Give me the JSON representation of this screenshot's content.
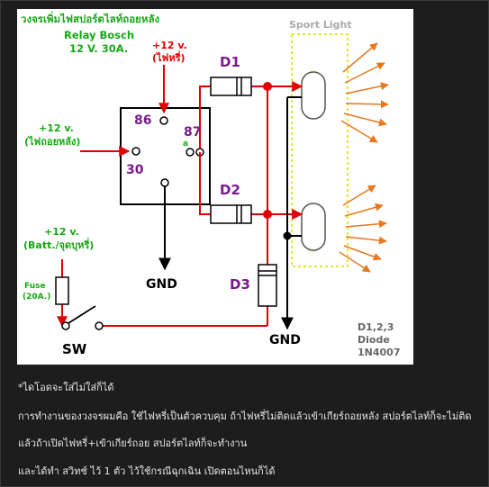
{
  "diagram": {
    "title_thai": "วงจรเพิ่มไฟสปอร์ตไลท์ถอยหลัง",
    "title_relay": "Relay Bosch",
    "title_rating": "12 V. 30A.",
    "sport_light_label": "Sport Light",
    "input_headlight_volt": "+12 v.",
    "input_headlight_name": "(ไฟหรี่)",
    "input_reverse_volt": "+12 v.",
    "input_reverse_name": "(ไฟถอยหลัง)",
    "input_batt_volt": "+12 v.",
    "input_batt_name": "(Batt./จุดบุหรี่)",
    "pin_86": "86",
    "pin_87": "87",
    "pin_87a": "a",
    "pin_30": "30",
    "d1_label": "D1",
    "d2_label": "D2",
    "d3_label": "D3",
    "gnd_relay": "GND",
    "gnd_right": "GND",
    "fuse_label": "Fuse",
    "fuse_rating": "(20A.)",
    "sw_label": "SW",
    "diode_spec_1": "D1,2,3",
    "diode_spec_2": "Diode",
    "diode_spec_3": "1N4007",
    "colors": {
      "wire_red": "#e00000",
      "title_green": "#16a816",
      "pin_purple": "#7a1a8c",
      "ray_orange": "#e8781e",
      "lamp_glow": "#f4f46a"
    }
  },
  "captions": [
    "*ไดโอดจะใส่ไม่ใส่ก็ได้",
    "การทำงานของวงจรผมคือ ใช้ไฟหรี่เป็นตัวควบคุม ถ้าไฟหรี่ไม่ติดแล้วเข้าเกียร์ถอยหลัง สปอร์ตไลท์ก็จะไม่ติด",
    "แล้วถ้าเปิดไฟหรี่+เข้าเกียร์ถอย สปอร์ตไลท์ก็จะทำงาน",
    "และได้ทำ สวิทช์ ไว้ 1 ตัว ไว้ใช้กรณีฉุกเฉิน เปิดตอนไหนก็ได้"
  ]
}
